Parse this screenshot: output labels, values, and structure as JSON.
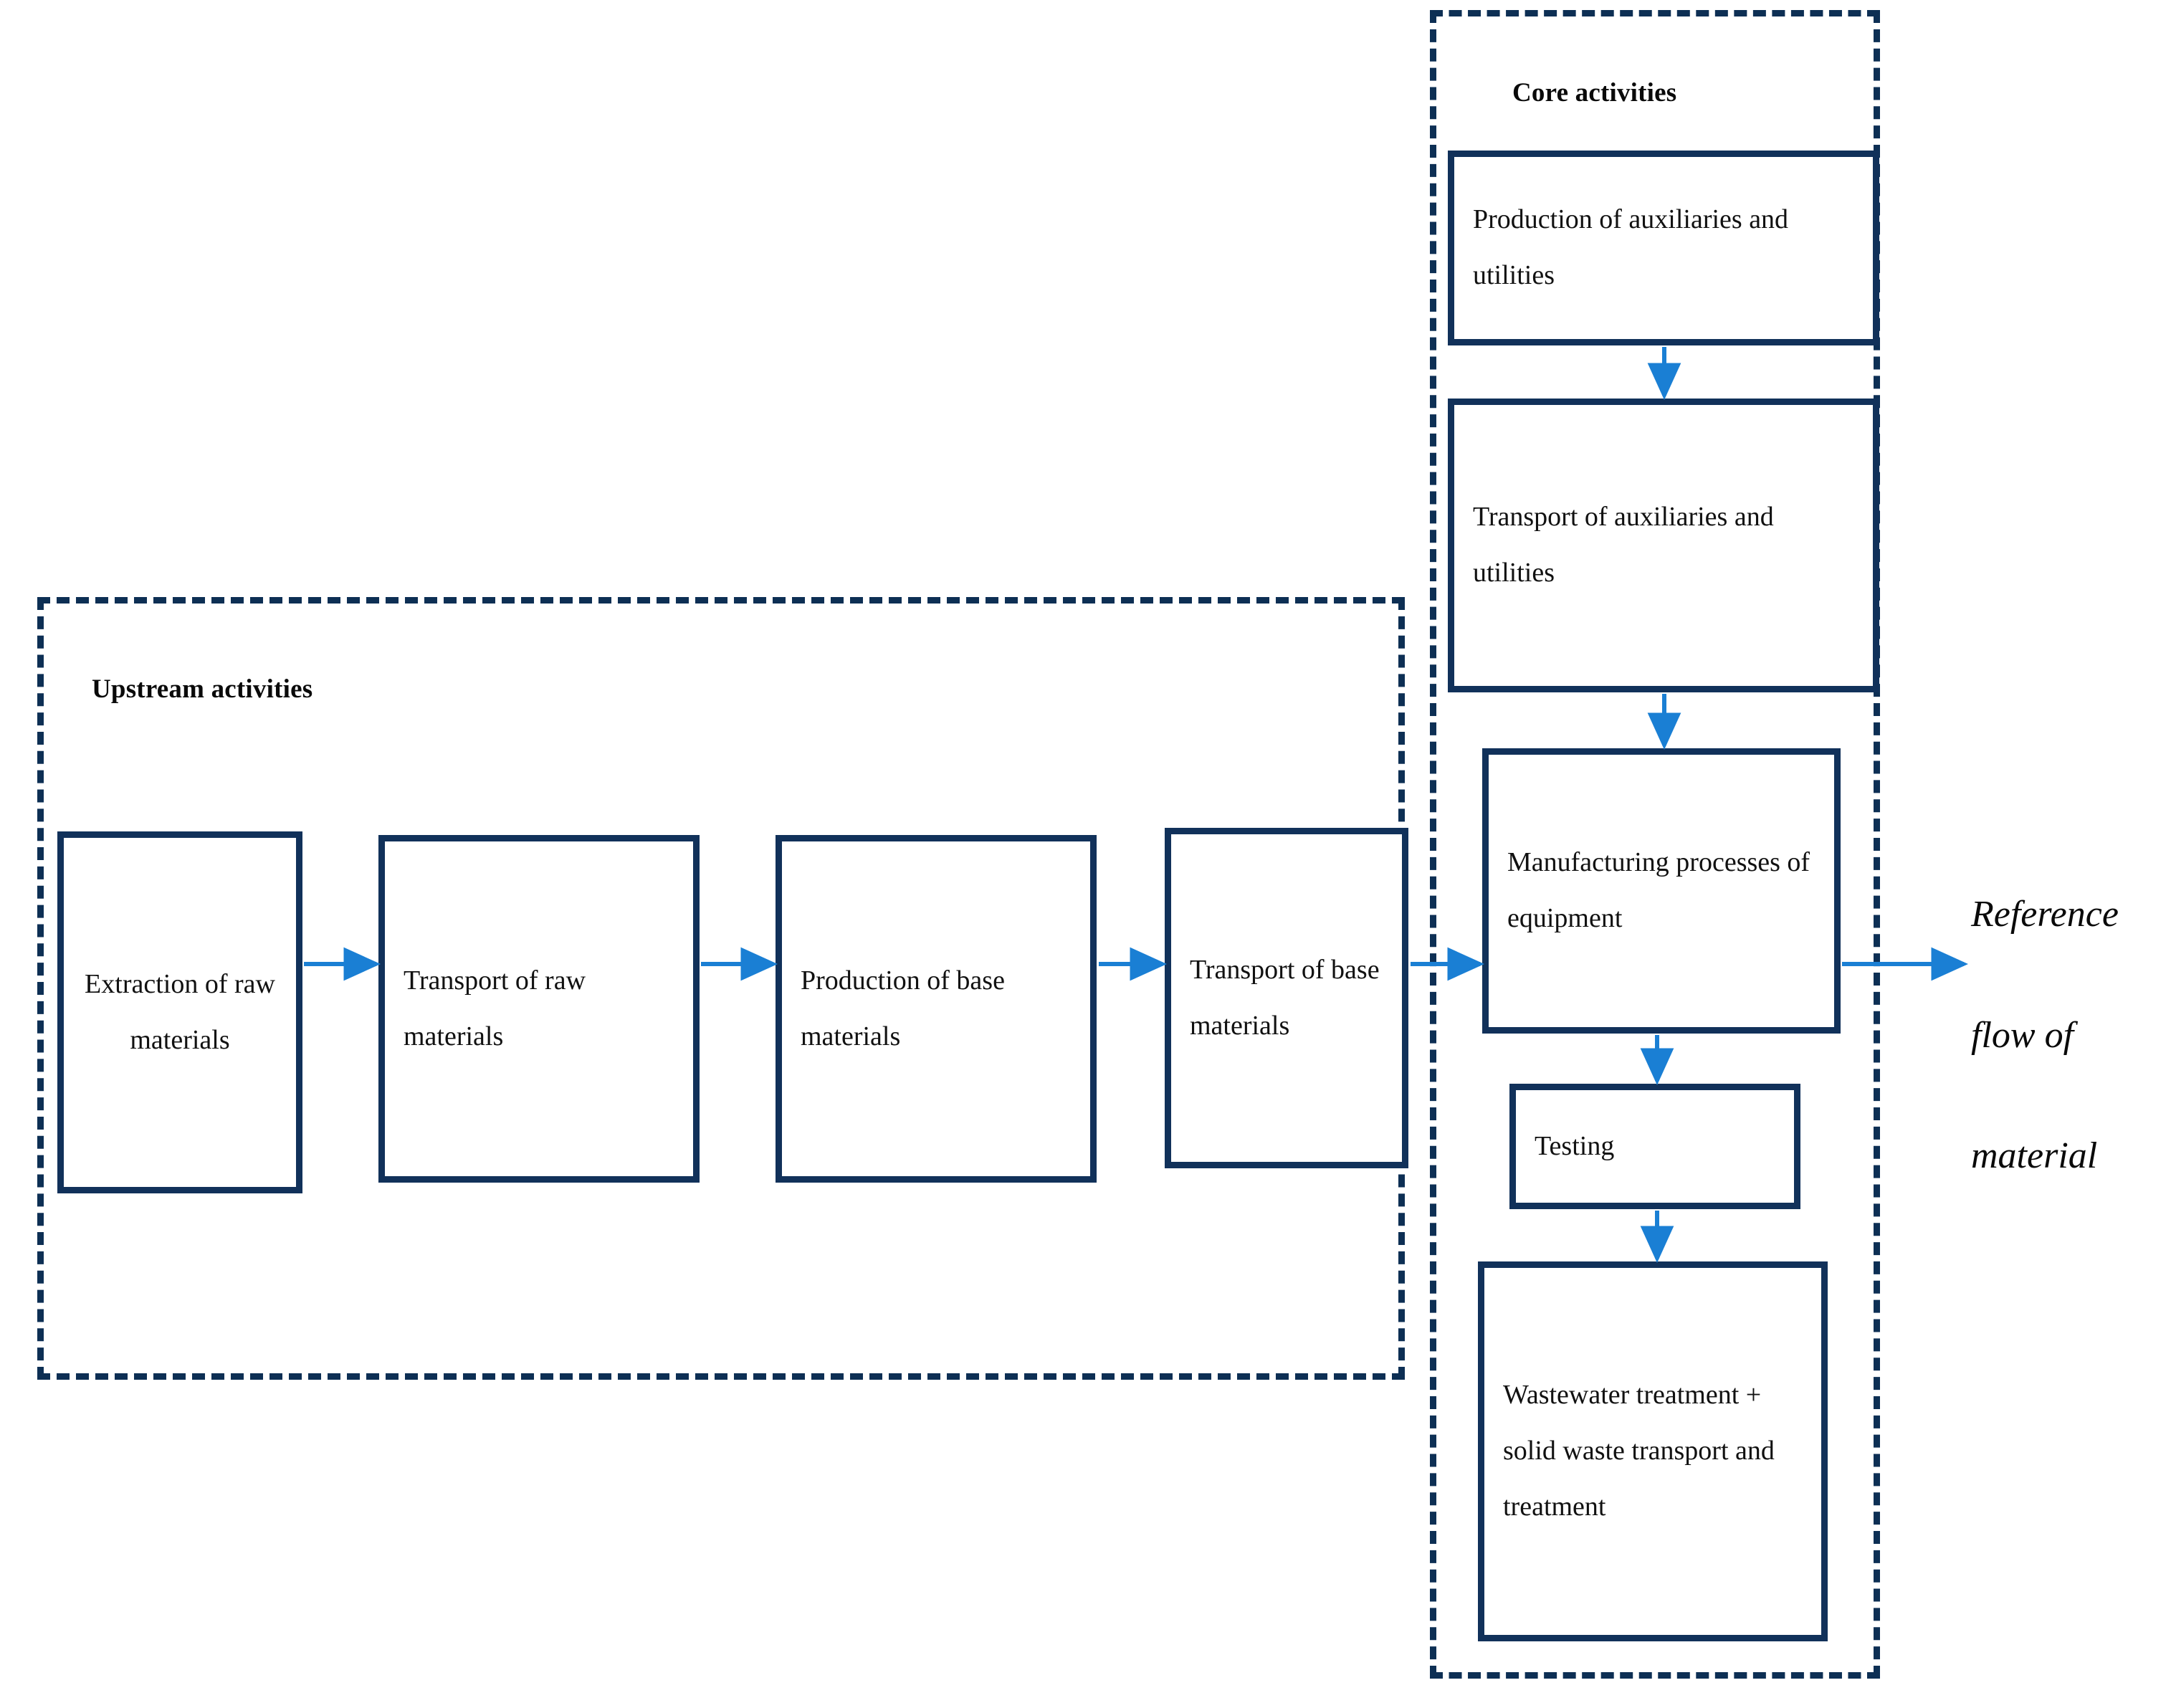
{
  "diagram": {
    "title_upstream": "Upstream activities",
    "title_core": "Core activities",
    "reference_flow_label": "Reference\nflow of\nmaterial",
    "colors": {
      "box_border": "#11315a",
      "group_border": "#0d2f54",
      "arrow": "#1a7fd4",
      "text": "#111111",
      "background": "#ffffff"
    }
  },
  "upstream": {
    "title": "Upstream activities",
    "nodes": [
      {
        "id": "extraction-of-raw-materials",
        "label": "Extraction of raw materials",
        "align": "center"
      },
      {
        "id": "transport-of-raw-materials",
        "label": "Transport of raw materials",
        "align": "left"
      },
      {
        "id": "production-of-base-materials",
        "label": "Production of base materials",
        "align": "left"
      },
      {
        "id": "transport-of-base-materials",
        "label": "Transport of base materials",
        "align": "left"
      }
    ]
  },
  "core": {
    "title": "Core activities",
    "nodes": [
      {
        "id": "production-of-auxiliaries-and-utilities",
        "label": "Production of auxiliaries and utilities",
        "align": "left"
      },
      {
        "id": "transport-of-auxiliaries-and-utilities",
        "label": "Transport of auxiliaries and utilities",
        "align": "left"
      },
      {
        "id": "manufacturing-processes-of-equipment",
        "label": "Manufacturing processes of equipment",
        "align": "left"
      },
      {
        "id": "testing",
        "label": "Testing",
        "align": "left"
      },
      {
        "id": "wastewater-treatment-solid-waste",
        "label": "Wastewater treatment + solid waste transport and treatment",
        "align": "left"
      }
    ]
  },
  "output": {
    "label_line1": "Reference",
    "label_line2": "flow of",
    "label_line3": "material"
  },
  "flows": [
    {
      "from": "extraction-of-raw-materials",
      "to": "transport-of-raw-materials",
      "direction": "right"
    },
    {
      "from": "transport-of-raw-materials",
      "to": "production-of-base-materials",
      "direction": "right"
    },
    {
      "from": "production-of-base-materials",
      "to": "transport-of-base-materials",
      "direction": "right"
    },
    {
      "from": "transport-of-base-materials",
      "to": "manufacturing-processes-of-equipment",
      "direction": "right"
    },
    {
      "from": "production-of-auxiliaries-and-utilities",
      "to": "transport-of-auxiliaries-and-utilities",
      "direction": "down"
    },
    {
      "from": "transport-of-auxiliaries-and-utilities",
      "to": "manufacturing-processes-of-equipment",
      "direction": "down"
    },
    {
      "from": "manufacturing-processes-of-equipment",
      "to": "testing",
      "direction": "down"
    },
    {
      "from": "testing",
      "to": "wastewater-treatment-solid-waste",
      "direction": "down"
    },
    {
      "from": "manufacturing-processes-of-equipment",
      "to": "reference-flow-of-material",
      "direction": "right"
    }
  ]
}
